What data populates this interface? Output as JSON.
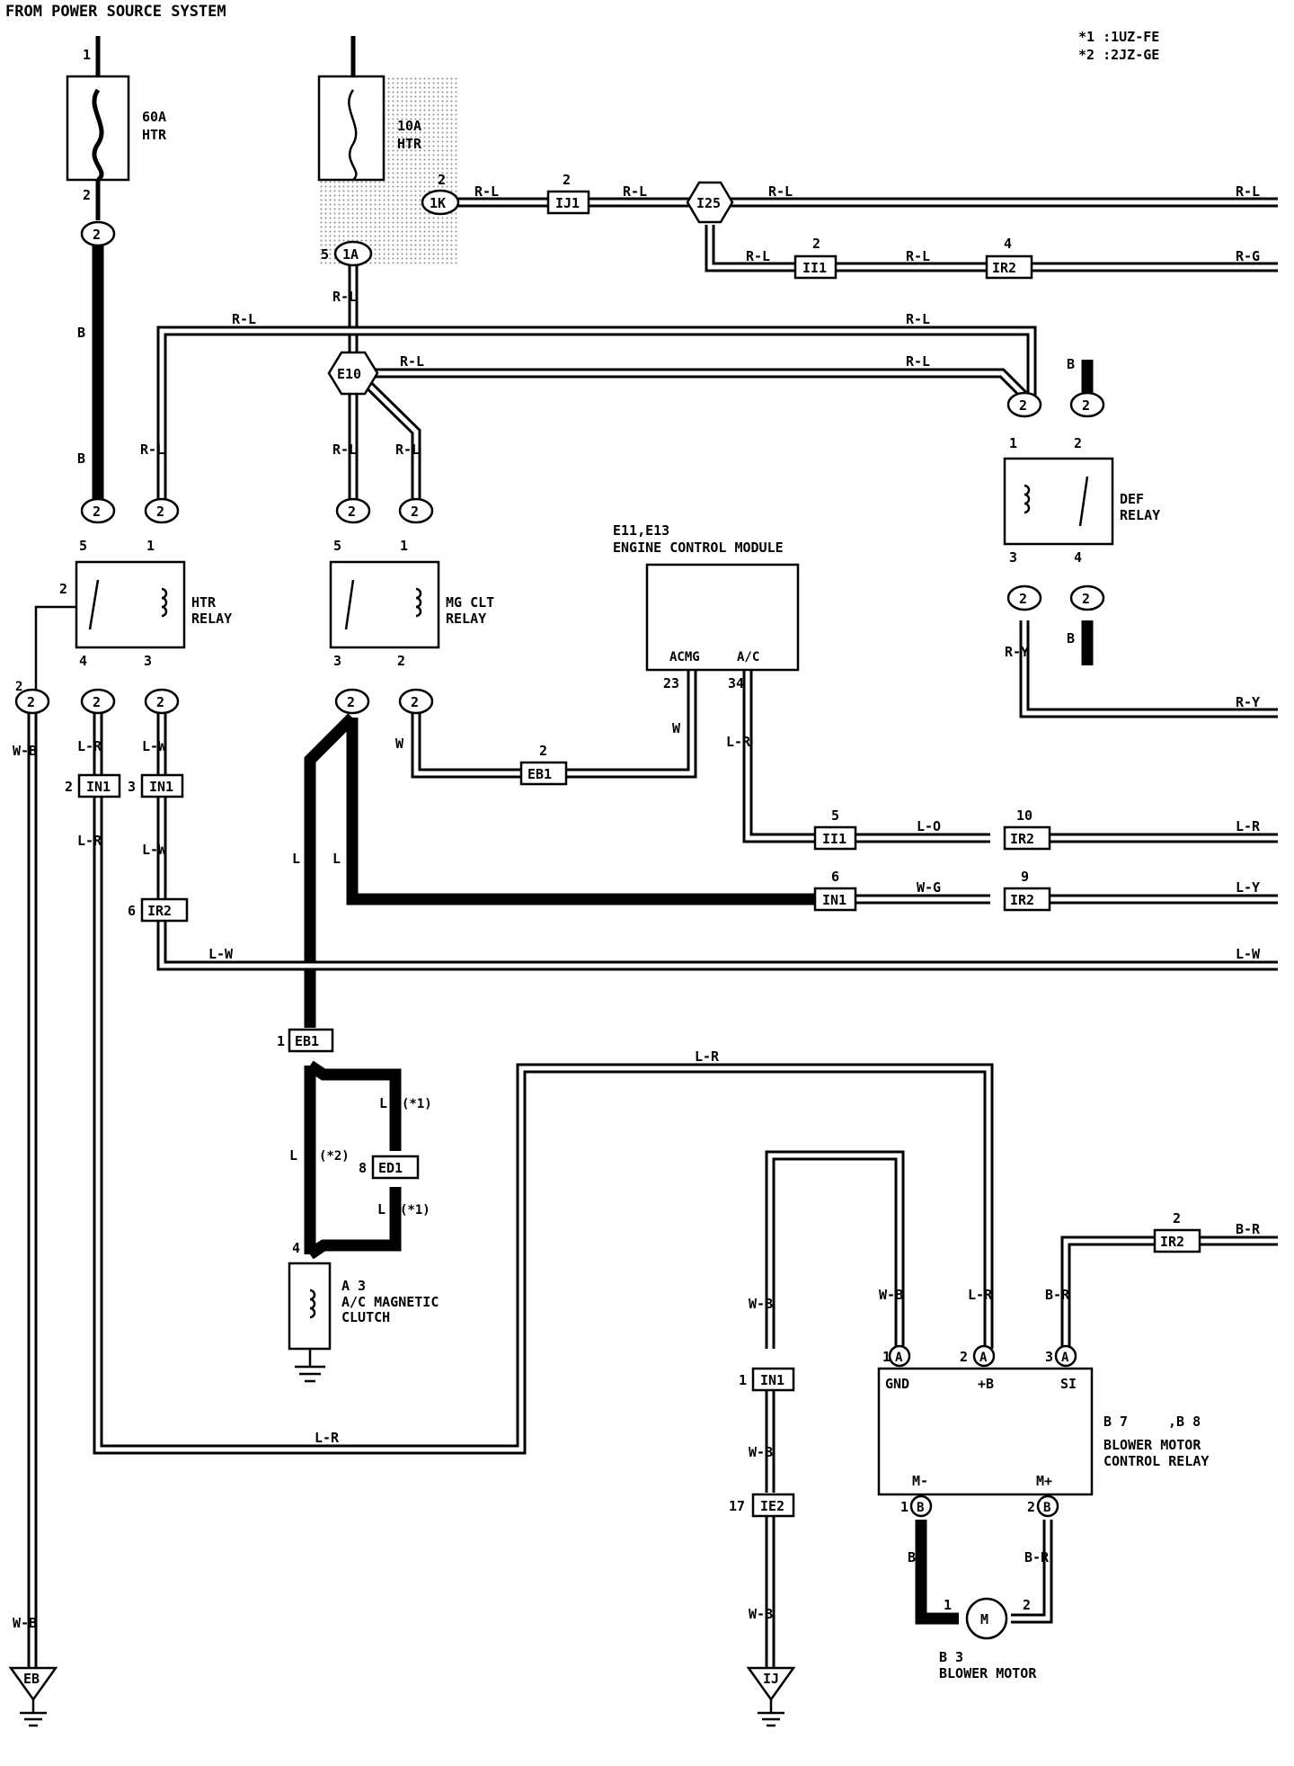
{
  "header": {
    "source": "FROM POWER SOURCE SYSTEM",
    "note1": "*1 :1UZ-FE",
    "note2": "*2 :2JZ-GE"
  },
  "fuses": {
    "main": {
      "rating": "60A",
      "name": "HTR",
      "pin_in": "1",
      "pin_out": "2"
    },
    "sub": {
      "rating": "10A",
      "name": "HTR"
    }
  },
  "connectors": {
    "c_1k": "1K",
    "c_1a": "1A",
    "pin_1k": "2",
    "pin_1a": "5",
    "ij1": "IJ1",
    "ij1_pin": "2",
    "i25": "I25",
    "e10": "E10",
    "ii1_top": "II1",
    "ii1_top_pin": "2",
    "ir2_top": "IR2",
    "ir2_top_pin": "4",
    "eb1_mid": "EB1",
    "eb1_mid_pin": "2",
    "ii1_mid": "II1",
    "ii1_mid_pin": "5",
    "ir2_mid": "IR2",
    "ir2_mid_pin": "10",
    "in1_mid": "IN1",
    "in1_mid_pin": "6",
    "ir2_mid2": "IR2",
    "ir2_mid2_pin": "9",
    "in1_a": "IN1",
    "in1_a_pin": "2",
    "in1_b": "IN1",
    "in1_b_pin": "3",
    "ir2_left": "IR2",
    "ir2_left_pin": "6",
    "eb1_low": "EB1",
    "eb1_low_pin": "1",
    "ed1": "ED1",
    "ed1_pin": "8",
    "ir2_br": "IR2",
    "ir2_br_pin": "2",
    "in1_low": "IN1",
    "in1_low_pin": "1",
    "ie2": "IE2",
    "ie2_pin": "17",
    "two": "2",
    "conn_a": "A",
    "conn_b": "B"
  },
  "grounds": {
    "eb": "EB",
    "ij": "IJ"
  },
  "components": {
    "htr_relay": {
      "label1": "HTR",
      "label2": "RELAY",
      "p5": "5",
      "p1": "1",
      "p2": "2",
      "p4": "4",
      "p3": "3"
    },
    "mg_relay": {
      "label1": "MG CLT",
      "label2": "RELAY",
      "p5": "5",
      "p1": "1",
      "p3": "3",
      "p2": "2"
    },
    "def_relay": {
      "label1": "DEF",
      "label2": "RELAY",
      "p1": "1",
      "p2": "2",
      "p3": "3",
      "p4": "4"
    },
    "ecm": {
      "code": "E11,E13",
      "name": "ENGINE CONTROL MODULE",
      "pin_acmg": "ACMG",
      "pin_ac": "A/C",
      "n23": "23",
      "n34": "34"
    },
    "clutch": {
      "code": "A 3",
      "name1": "A/C MAGNETIC",
      "name2": "CLUTCH",
      "pin": "4"
    },
    "bmcr": {
      "code": "B 7",
      "code2": ",B 8",
      "name1": "BLOWER MOTOR",
      "name2": "CONTROL RELAY",
      "gnd": "GND",
      "pb": "+B",
      "si": "SI",
      "mm": "M-",
      "mp": "M+",
      "p1a": "1",
      "p2a": "2",
      "p3a": "3",
      "p1b": "1",
      "p2b": "2"
    },
    "motor": {
      "code": "B 3",
      "name": "BLOWER MOTOR",
      "symbol": "M",
      "p1": "1",
      "p2": "2"
    }
  },
  "wires": {
    "b": "B",
    "rl": "R-L",
    "rg": "R-G",
    "ry": "R-Y",
    "w": "W",
    "lr": "L-R",
    "lo": "L-O",
    "ly": "L-Y",
    "wg": "W-G",
    "lw": "L-W",
    "l": "L",
    "wb": "W-B",
    "br": "B-R",
    "star1": "(*1)",
    "star2": "(*2)"
  }
}
